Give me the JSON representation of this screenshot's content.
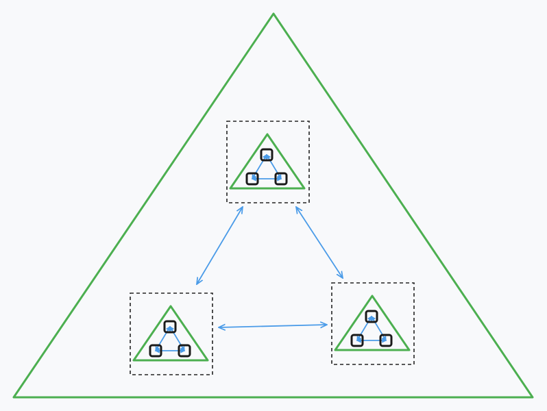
{
  "colors": {
    "background": "#f8f9fb",
    "triangle": "#4caf50",
    "arrow": "#4a9be8",
    "box_border": "#222222",
    "node_border": "#1a1a1a"
  },
  "diagram": {
    "type": "recursive-triangle",
    "levels": 3,
    "clusters": [
      "top",
      "bottom-left",
      "bottom-right"
    ],
    "connections": [
      {
        "from": "top",
        "to": "bottom-left",
        "bidirectional": true
      },
      {
        "from": "top",
        "to": "bottom-right",
        "bidirectional": true
      },
      {
        "from": "bottom-left",
        "to": "bottom-right",
        "bidirectional": true
      }
    ]
  }
}
